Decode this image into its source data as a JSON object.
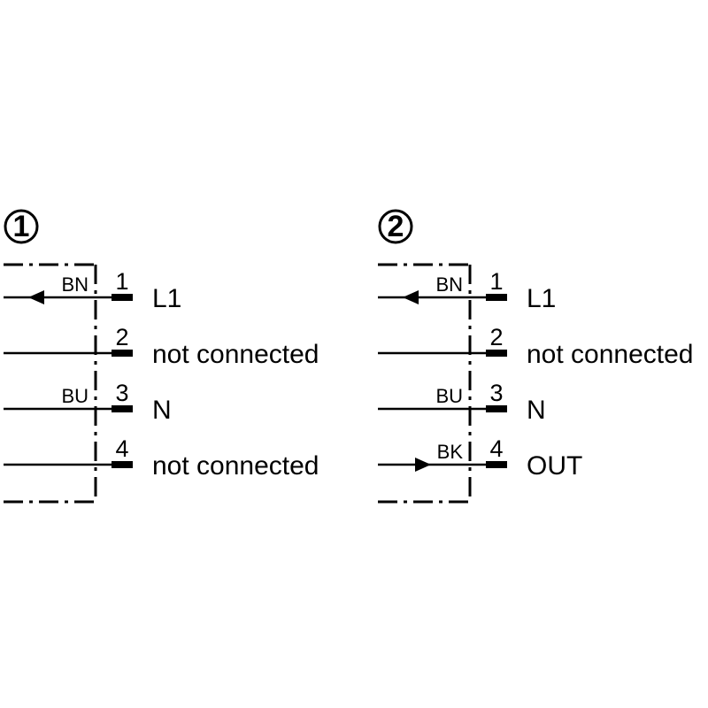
{
  "diagrams": [
    {
      "number": "1",
      "pins": [
        {
          "pin": "1",
          "wire_color": "BN",
          "signal": "L1",
          "arrow": "in"
        },
        {
          "pin": "2",
          "wire_color": "",
          "signal": "not connected",
          "arrow": "none"
        },
        {
          "pin": "3",
          "wire_color": "BU",
          "signal": "N",
          "arrow": "none"
        },
        {
          "pin": "4",
          "wire_color": "",
          "signal": "not connected",
          "arrow": "none"
        }
      ]
    },
    {
      "number": "2",
      "pins": [
        {
          "pin": "1",
          "wire_color": "BN",
          "signal": "L1",
          "arrow": "in"
        },
        {
          "pin": "2",
          "wire_color": "",
          "signal": "not connected",
          "arrow": "none"
        },
        {
          "pin": "3",
          "wire_color": "BU",
          "signal": "N",
          "arrow": "none"
        },
        {
          "pin": "4",
          "wire_color": "BK",
          "signal": "OUT",
          "arrow": "out"
        }
      ]
    }
  ],
  "colors": {
    "line": "#000000",
    "background": "#ffffff"
  }
}
